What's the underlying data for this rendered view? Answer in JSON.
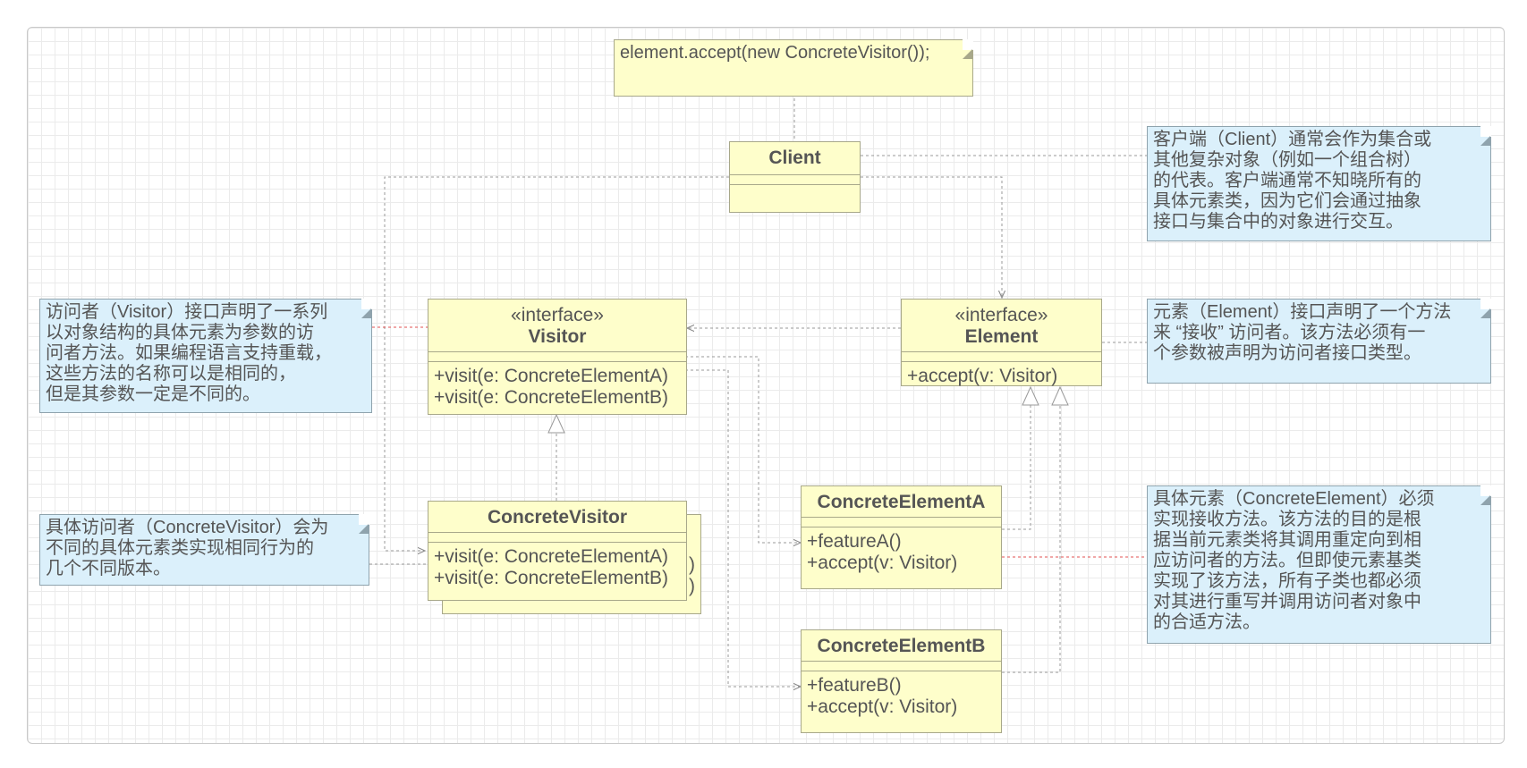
{
  "notes": {
    "client_code": "element.accept(new ConcreteVisitor());",
    "client_desc": [
      "客户端（Client）通常会作为集合或",
      "其他复杂对象（例如一个组合树）",
      "的代表。客户端通常不知晓所有的",
      "具体元素类，因为它们会通过抽象",
      "接口与集合中的对象进行交互。"
    ],
    "visitor_desc": [
      "访问者（Visitor）接口声明了一系列",
      "以对象结构的具体元素为参数的访",
      "问者方法。如果编程语言支持重载，",
      "这些方法的名称可以是相同的，",
      "但是其参数一定是不同的。"
    ],
    "element_desc": [
      "元素（Element）接口声明了一个方法",
      "来 “接收” 访问者。该方法必须有一",
      "个参数被声明为访问者接口类型。"
    ],
    "concrete_visitor_desc": [
      "具体访问者（ConcreteVisitor）会为",
      "不同的具体元素类实现相同行为的",
      "几个不同版本。"
    ],
    "concrete_element_desc": [
      "具体元素（ConcreteElement）必须",
      "实现接收方法。该方法的目的是根",
      "据当前元素类将其调用重定向到相",
      "应访问者的方法。但即使元素基类",
      "实现了该方法，所有子类也都必须",
      "对其进行重写并调用访问者对象中",
      "的合适方法。"
    ]
  },
  "classes": {
    "client": {
      "name": "Client"
    },
    "visitor": {
      "stereotype": "«interface»",
      "name": "Visitor",
      "ops": [
        "+visit(e: ConcreteElementA)",
        "+visit(e: ConcreteElementB)"
      ]
    },
    "element": {
      "stereotype": "«interface»",
      "name": "Element",
      "ops": [
        "+accept(v: Visitor)"
      ]
    },
    "concrete_visitor": {
      "name": "ConcreteVisitor",
      "ops": [
        "+visit(e: ConcreteElementA)",
        "+visit(e: ConcreteElementB)"
      ],
      "shadow_ops": [
        ")",
        ")"
      ]
    },
    "concrete_element_a": {
      "name": "ConcreteElementA",
      "ops": [
        "+featureA()",
        "+accept(v: Visitor)"
      ]
    },
    "concrete_element_b": {
      "name": "ConcreteElementB",
      "ops": [
        "+featureB()",
        "+accept(v: Visitor)"
      ]
    }
  },
  "colors": {
    "class_fill": "#fefecb",
    "note_fill": "#dbf0fb",
    "link_red": "#e05050",
    "link_gray": "#999999"
  }
}
